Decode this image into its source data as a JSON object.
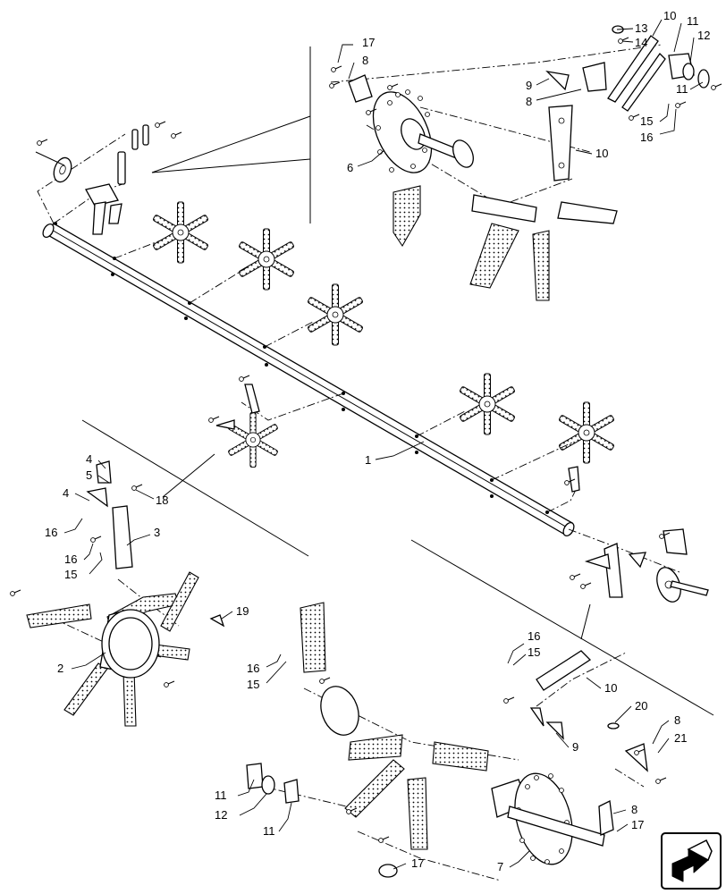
{
  "diagram": {
    "callouts": [
      {
        "id": "c-17-top",
        "text": "17"
      },
      {
        "id": "c-8-top",
        "text": "8"
      },
      {
        "id": "c-6",
        "text": "6"
      },
      {
        "id": "c-13",
        "text": "13"
      },
      {
        "id": "c-14",
        "text": "14"
      },
      {
        "id": "c-10-top",
        "text": "10"
      },
      {
        "id": "c-11-top",
        "text": "11"
      },
      {
        "id": "c-12-top",
        "text": "12"
      },
      {
        "id": "c-11-top-b",
        "text": "11"
      },
      {
        "id": "c-9-top",
        "text": "9"
      },
      {
        "id": "c-8-top-b",
        "text": "8"
      },
      {
        "id": "c-15-top",
        "text": "15"
      },
      {
        "id": "c-16-top",
        "text": "16"
      },
      {
        "id": "c-10-mid",
        "text": "10"
      },
      {
        "id": "c-1",
        "text": "1"
      },
      {
        "id": "c-4-a",
        "text": "4"
      },
      {
        "id": "c-5",
        "text": "5"
      },
      {
        "id": "c-4-b",
        "text": "4"
      },
      {
        "id": "c-18",
        "text": "18"
      },
      {
        "id": "c-16-left",
        "text": "16"
      },
      {
        "id": "c-3",
        "text": "3"
      },
      {
        "id": "c-16-left-b",
        "text": "16"
      },
      {
        "id": "c-15-left",
        "text": "15"
      },
      {
        "id": "c-19",
        "text": "19"
      },
      {
        "id": "c-2",
        "text": "2"
      },
      {
        "id": "c-16-br",
        "text": "16"
      },
      {
        "id": "c-15-br",
        "text": "15"
      },
      {
        "id": "c-16-mid",
        "text": "16"
      },
      {
        "id": "c-15-mid",
        "text": "15"
      },
      {
        "id": "c-10-br",
        "text": "10"
      },
      {
        "id": "c-20",
        "text": "20"
      },
      {
        "id": "c-8-br",
        "text": "8"
      },
      {
        "id": "c-21",
        "text": "21"
      },
      {
        "id": "c-9-br",
        "text": "9"
      },
      {
        "id": "c-11-bl",
        "text": "11"
      },
      {
        "id": "c-12-bl",
        "text": "12"
      },
      {
        "id": "c-11-bl-b",
        "text": "11"
      },
      {
        "id": "c-8-bot",
        "text": "8"
      },
      {
        "id": "c-17-bot-r",
        "text": "17"
      },
      {
        "id": "c-7",
        "text": "7"
      },
      {
        "id": "c-17-bot",
        "text": "17"
      }
    ]
  }
}
